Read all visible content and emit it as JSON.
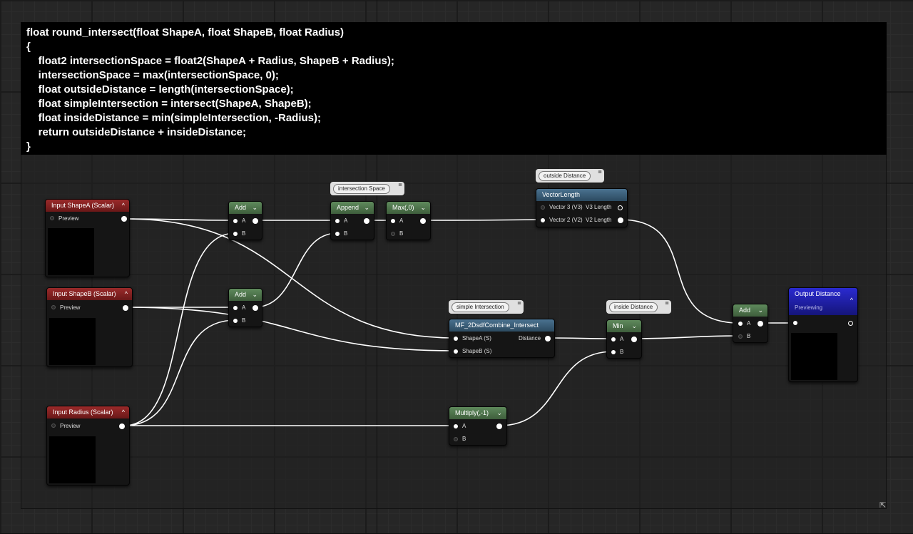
{
  "code": {
    "lines": [
      "float round_intersect(float ShapeA, float ShapeB, float Radius)",
      "{",
      "    float2 intersectionSpace = float2(ShapeA + Radius, ShapeB + Radius);",
      "    intersectionSpace = max(intersectionSpace, 0);",
      "    float outsideDistance = length(intersectionSpace);",
      "    float simpleIntersection = intersect(ShapeA, ShapeB);",
      "    float insideDistance = min(simpleIntersection, -Radius);",
      "    return outsideDistance + insideDistance;",
      "}"
    ]
  },
  "nodes": {
    "shape_a": {
      "title": "Input ShapeA (Scalar)",
      "pin": "Preview"
    },
    "shape_b": {
      "title": "Input ShapeB (Scalar)",
      "pin": "Preview"
    },
    "radius": {
      "title": "Input Radius (Scalar)",
      "pin": "Preview"
    },
    "add1": {
      "title": "Add",
      "pin_a": "A",
      "pin_b": "B"
    },
    "add2": {
      "title": "Add",
      "pin_a": "A",
      "pin_b": "B"
    },
    "append": {
      "title": "Append",
      "pin_a": "A",
      "pin_b": "B"
    },
    "max": {
      "title": "Max(,0)",
      "pin_a": "A",
      "pin_b": "B"
    },
    "vector_length": {
      "title": "VectorLength",
      "pin_v3": "Vector 3 (V3)",
      "out_v3": "V3 Length",
      "pin_v2": "Vector 2 (V2)",
      "out_v2": "V2 Length"
    },
    "intersect": {
      "title": "MF_2DsdfCombine_Intersect",
      "pin_a": "ShapeA (S)",
      "pin_b": "ShapeB (S)",
      "out": "Distance"
    },
    "min": {
      "title": "Min",
      "pin_a": "A",
      "pin_b": "B"
    },
    "add3": {
      "title": "Add",
      "pin_a": "A",
      "pin_b": "B"
    },
    "multiply": {
      "title": "Multiply(,-1)",
      "pin_a": "A",
      "pin_b": "B"
    },
    "output": {
      "title": "Output Distance",
      "subtitle": "Previewing"
    }
  },
  "bubbles": {
    "intersection_space": "intersection Space",
    "outside_distance": "outside Distance",
    "simple_intersection": "simple Intersection",
    "inside_distance": "inside Distance"
  },
  "colors": {
    "input_header": "#8a2424",
    "math_header": "#4e7a4b",
    "function_header": "#3a5e7a",
    "output_header": "#1e1ec0",
    "wire": "#ffffff"
  }
}
